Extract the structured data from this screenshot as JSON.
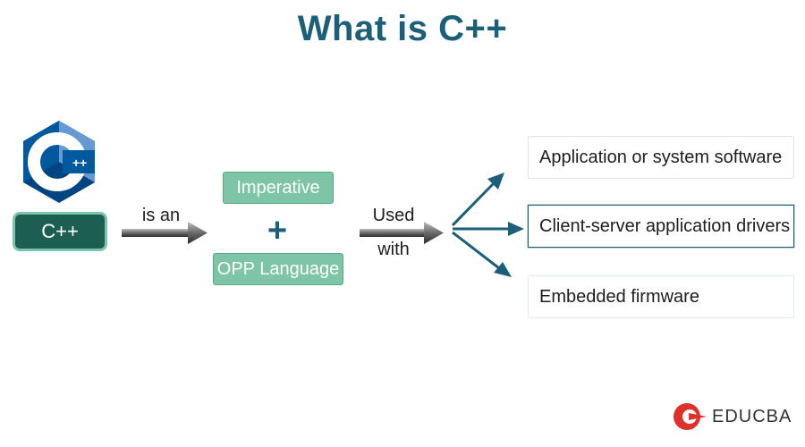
{
  "title": "What is C++",
  "logo_cpp": {
    "text": "C++",
    "icon": "cpp-hexagon-logo",
    "colors": {
      "dark": "#00599c",
      "light": "#659ad2"
    }
  },
  "source_box": {
    "label": "C++"
  },
  "arrow1_label": "is an",
  "middle": {
    "top_label": "Imperative",
    "plus": "+",
    "bottom_label": "OPP Language"
  },
  "arrow2_label_line1": "Used",
  "arrow2_label_line2": "with",
  "uses": [
    {
      "label": "Application or system software"
    },
    {
      "label": "Client-server application drivers"
    },
    {
      "label": "Embedded firmware"
    }
  ],
  "brand": {
    "name": "EDUCBA",
    "icon": "educba-logo-icon",
    "color": "#e0302a"
  },
  "colors": {
    "title": "#1b5f78",
    "green": "#7dc5a6",
    "dark_green": "#1c5f52",
    "teal_arrow": "#1b5f78"
  }
}
